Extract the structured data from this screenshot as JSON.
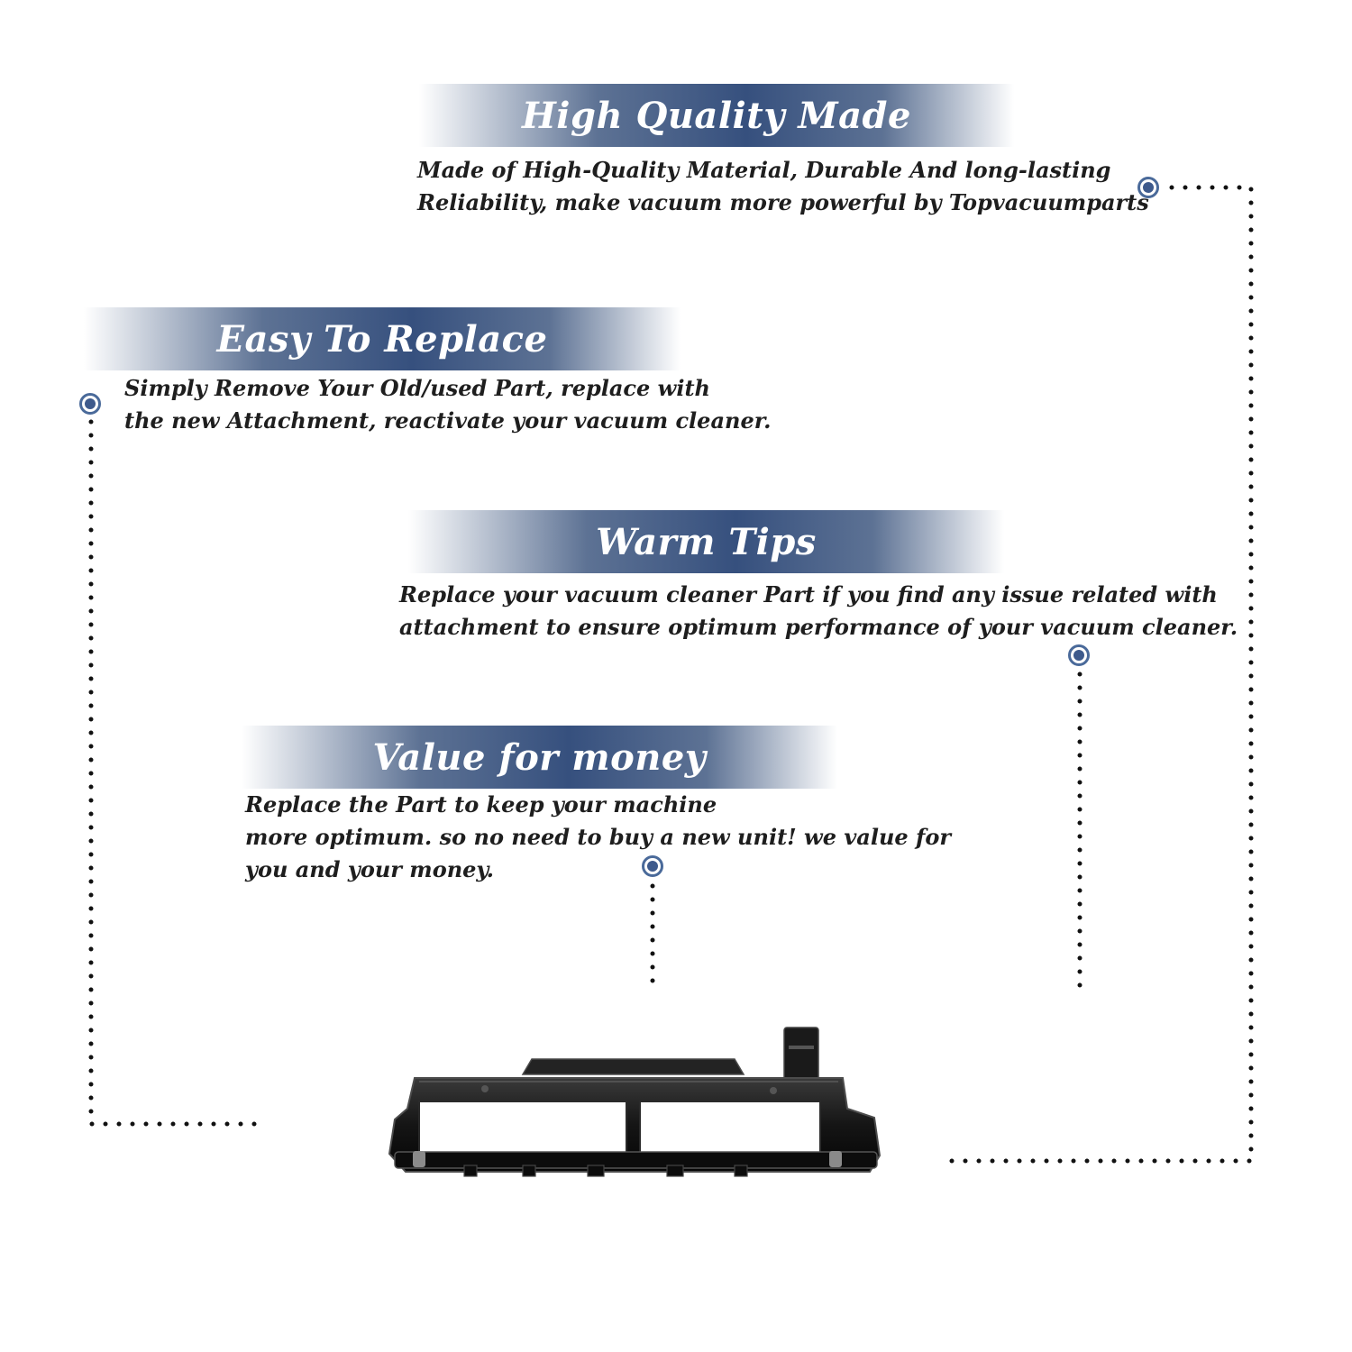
{
  "features": [
    {
      "title": "High Quality Made",
      "lines": [
        "Made of  High-Quality Material, Durable And long-lasting",
        "Reliability, make vacuum more powerful by Topvacuumparts"
      ]
    },
    {
      "title": "Easy To Replace",
      "lines": [
        "Simply Remove Your Old/used Part, replace with",
        "the new Attachment, reactivate your vacuum cleaner."
      ]
    },
    {
      "title": "Warm Tips",
      "lines": [
        "Replace your vacuum cleaner Part if you find any issue related with",
        "attachment to ensure optimum performance of your vacuum cleaner."
      ]
    },
    {
      "title": "Value for money",
      "lines": [
        "Replace the Part to keep your machine",
        "more optimum. so no need to buy a new unit! we value for",
        "you and your money."
      ]
    }
  ],
  "colors": {
    "banner": "#36507e",
    "marker": "#3e5a8c",
    "text": "#1e1e1e",
    "part": "#111111"
  },
  "icons": {
    "marker": "target-dot-icon",
    "product": "brush-roll-cover-part"
  }
}
